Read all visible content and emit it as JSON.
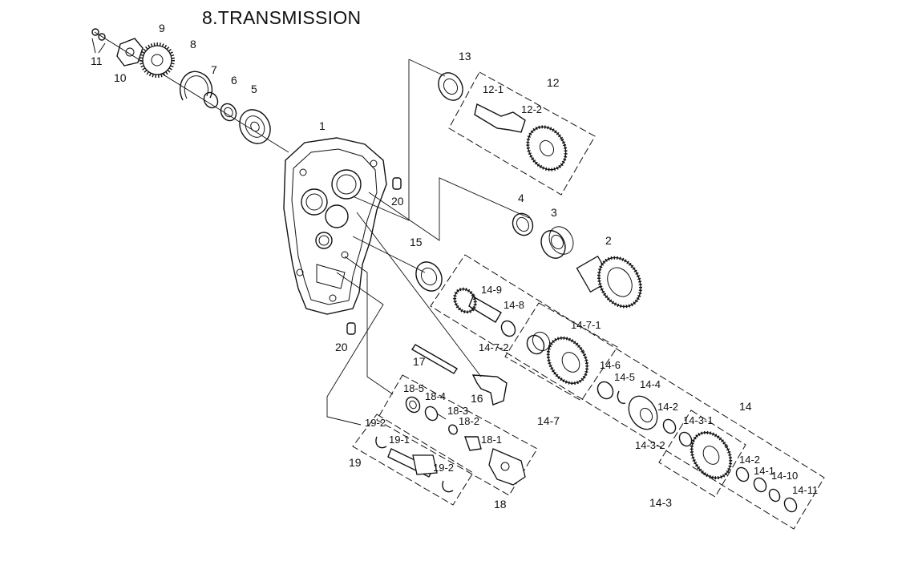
{
  "title": "8.TRANSMISSION",
  "labels": {
    "p1": "1",
    "p2": "2",
    "p3": "3",
    "p4": "4",
    "p5": "5",
    "p6": "6",
    "p7": "7",
    "p8": "8",
    "p9": "9",
    "p10": "10",
    "p11": "11",
    "p12": "12",
    "p12_1": "12-1",
    "p12_2": "12-2",
    "p13": "13",
    "p14": "14",
    "p14_1": "14-1",
    "p14_2a": "14-2",
    "p14_2b": "14-2",
    "p14_3": "14-3",
    "p14_3_1": "14-3-1",
    "p14_3_2": "14-3-2",
    "p14_4": "14-4",
    "p14_5": "14-5",
    "p14_6": "14-6",
    "p14_7": "14-7",
    "p14_7_1": "14-7-1",
    "p14_7_2": "14-7-2",
    "p14_8": "14-8",
    "p14_9": "14-9",
    "p14_10": "14-10",
    "p14_11": "14-11",
    "p15": "15",
    "p16": "16",
    "p17": "17",
    "p18": "18",
    "p18_1": "18-1",
    "p18_2": "18-2",
    "p18_3": "18-3",
    "p18_4": "18-4",
    "p18_5": "18-5",
    "p19": "19",
    "p19_1": "19-1",
    "p19_2a": "19-2",
    "p19_2b": "19-2",
    "p20a": "20",
    "p20b": "20"
  }
}
